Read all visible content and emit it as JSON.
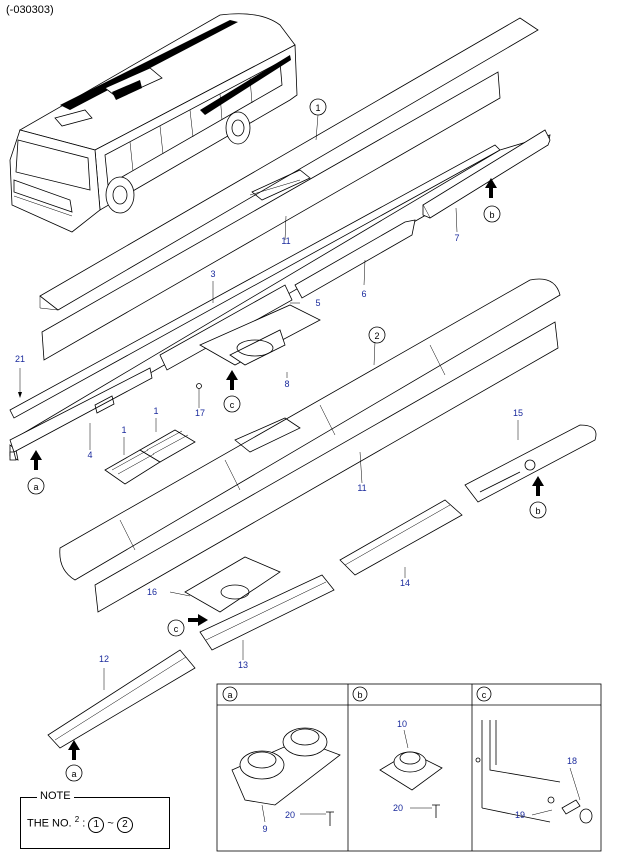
{
  "header": {
    "code": "(-030303)"
  },
  "callouts": {
    "c1": "1",
    "c2": "2",
    "c3": "3",
    "c4": "4",
    "c5": "5",
    "c6": "6",
    "c7": "7",
    "c8": "8",
    "c9": "9",
    "c10": "10",
    "c11": "11",
    "c12": "12",
    "c13": "13",
    "c14": "14",
    "c15": "15",
    "c16": "16",
    "c17": "17",
    "c18": "18",
    "c19": "19",
    "c20": "20",
    "c21": "21"
  },
  "arrow_refs": {
    "a": "a",
    "b": "b",
    "c": "c"
  },
  "note": {
    "title": "NOTE",
    "prefix": "THE NO.",
    "sup": "2",
    "range_start": "1",
    "tilde": "~",
    "range_end": "2"
  },
  "colors": {
    "callout_blue": "#1a2a9c",
    "line": "#000000"
  }
}
